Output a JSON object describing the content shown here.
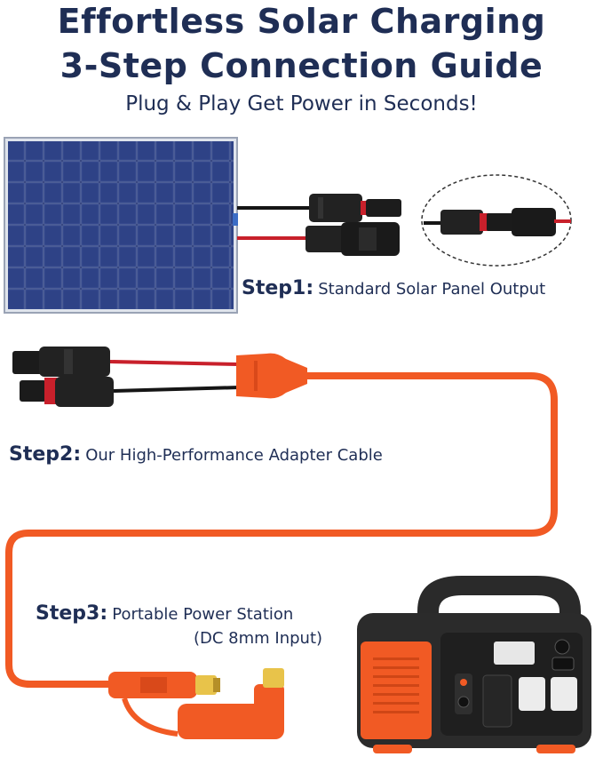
{
  "header": {
    "title_line1": "Effortless Solar Charging",
    "title_line2": "3-Step Connection Guide",
    "subtitle": "Plug & Play Get Power in Seconds!"
  },
  "steps": [
    {
      "label": "Step1:",
      "text": "Standard Solar Panel Output"
    },
    {
      "label": "Step2:",
      "text": "Our High-Performance Adapter Cable"
    },
    {
      "label": "Step3:",
      "text": "Portable Power Station",
      "extra": "(DC 8mm Input)"
    }
  ],
  "colors": {
    "title": "#1f2e55",
    "cable_orange": "#f15a24",
    "panel_blue": "#23336b",
    "station_dark": "#2b2b2b"
  }
}
